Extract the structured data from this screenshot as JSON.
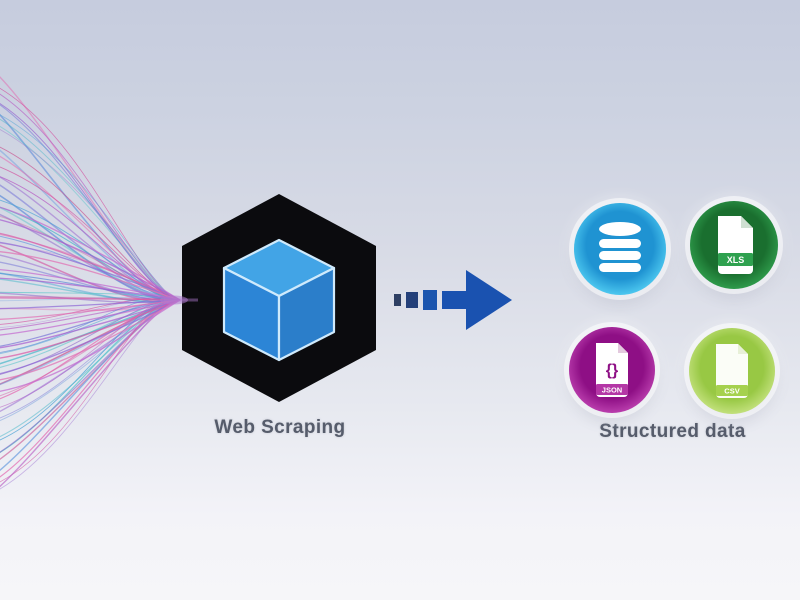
{
  "scene": {
    "description": "Web scraping concept diagram: unstructured data streams flow into a scraper cube, producing structured data files",
    "background_top": "#c6ccde",
    "background_bottom": "#f6f6f9"
  },
  "plume": {
    "strand_count": 64,
    "accent_count": 16,
    "colors": [
      "#e468b0",
      "#d44f9e",
      "#b85ec4",
      "#9a6ad0",
      "#7b79d8",
      "#5b8bd8",
      "#4aa3d4",
      "#3db4c6",
      "#57c4c9",
      "#8a5fc8",
      "#c94f8e",
      "#6f9fe0"
    ],
    "accent_colors": [
      "#c36bd0",
      "#a85fd0",
      "#d95aa6",
      "#8f6ad6",
      "#e070b4"
    ],
    "core_color": "#b07ad0"
  },
  "processor": {
    "label": "Web Scraping",
    "hexagon_color": "#0b0b0e",
    "cube_top_color": "#42a4e6",
    "cube_left_color": "#2c85d6",
    "cube_right_color": "#2b7eca",
    "cube_edge_color": "#cfeafc"
  },
  "arrow": {
    "color": "#1a52b0",
    "dash_colors": [
      "#2e3f63",
      "#24407a",
      "#1b55ae"
    ]
  },
  "outputs": {
    "label": "Structured data",
    "items": [
      {
        "id": "database",
        "kind": "database-icon",
        "badge": "",
        "circle_inner": "#1f93d2",
        "circle_outer": "#4ec9f0",
        "glyph_color": "#ffffff"
      },
      {
        "id": "xls",
        "kind": "file-icon",
        "badge": "XLS",
        "circle_inner": "#1a6f2f",
        "circle_outer": "#2f9c4c",
        "band_color": "#2fa14f",
        "page_color": "#ffffff",
        "fold_color": "#cfe0d2"
      },
      {
        "id": "json",
        "kind": "file-icon",
        "badge": "JSON",
        "glyph": "{}",
        "circle_inner": "#8e0f85",
        "circle_outer": "#bb3fae",
        "band_color": "#b437a6",
        "page_color": "#ffffff",
        "fold_color": "#e3c9de"
      },
      {
        "id": "csv",
        "kind": "file-icon",
        "badge": "CSV",
        "circle_inner": "#98c844",
        "circle_outer": "#c3e17d",
        "band_color": "#a5d14e",
        "page_color": "#fbfdf7",
        "fold_color": "#e8f0d8"
      }
    ]
  }
}
